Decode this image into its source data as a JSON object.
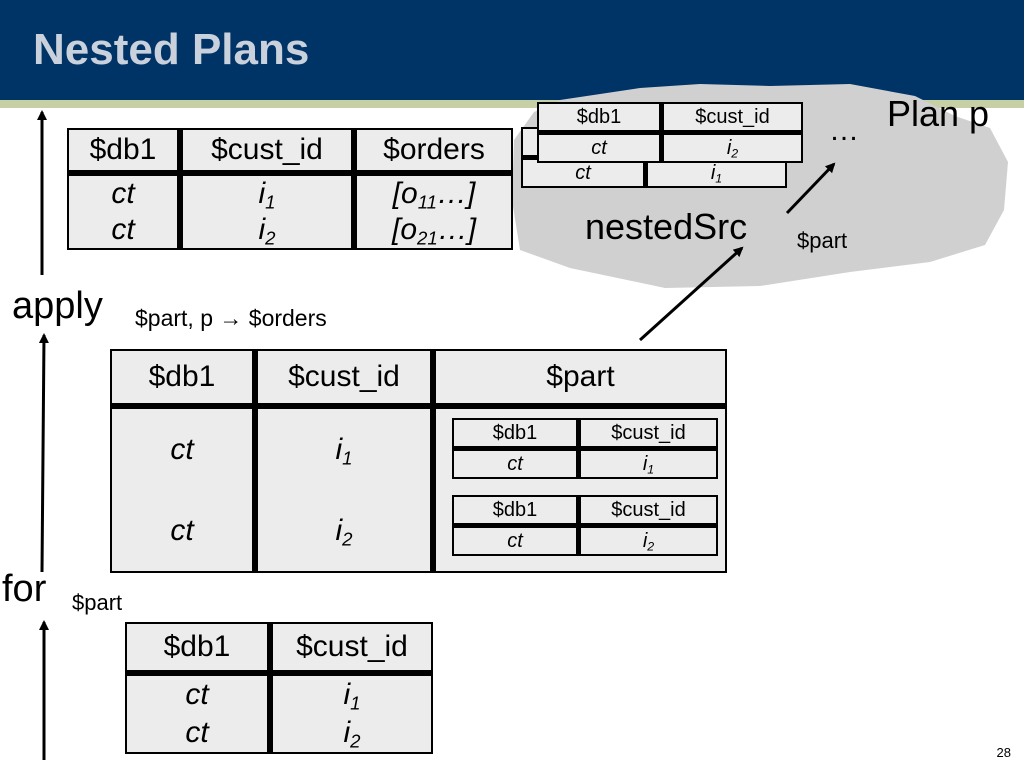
{
  "slide": {
    "title": "Nested Plans",
    "number": "28"
  },
  "operators": {
    "apply": "apply",
    "for": "for",
    "nested_src": "nestedSrc"
  },
  "annotations": {
    "apply_args": "$part, p → $orders",
    "for_var": "$part",
    "nested_src_var": "$part",
    "plan_label": "Plan p",
    "ellipsis": "…"
  },
  "columns": {
    "db": "$db1",
    "cust": "$cust_id",
    "orders": "$orders",
    "part": "$part"
  },
  "values": {
    "ct": "ct",
    "i": "i",
    "o": "o",
    "ellipsis": "…",
    "idx1": "1",
    "idx2": "2",
    "idx11": "11",
    "idx21": "21"
  },
  "colors": {
    "header": "#003366",
    "header_rule": "#c7cfa5",
    "title": "#c9d1dc",
    "cloud": "#d0d0d0",
    "cell": "#ececec"
  }
}
